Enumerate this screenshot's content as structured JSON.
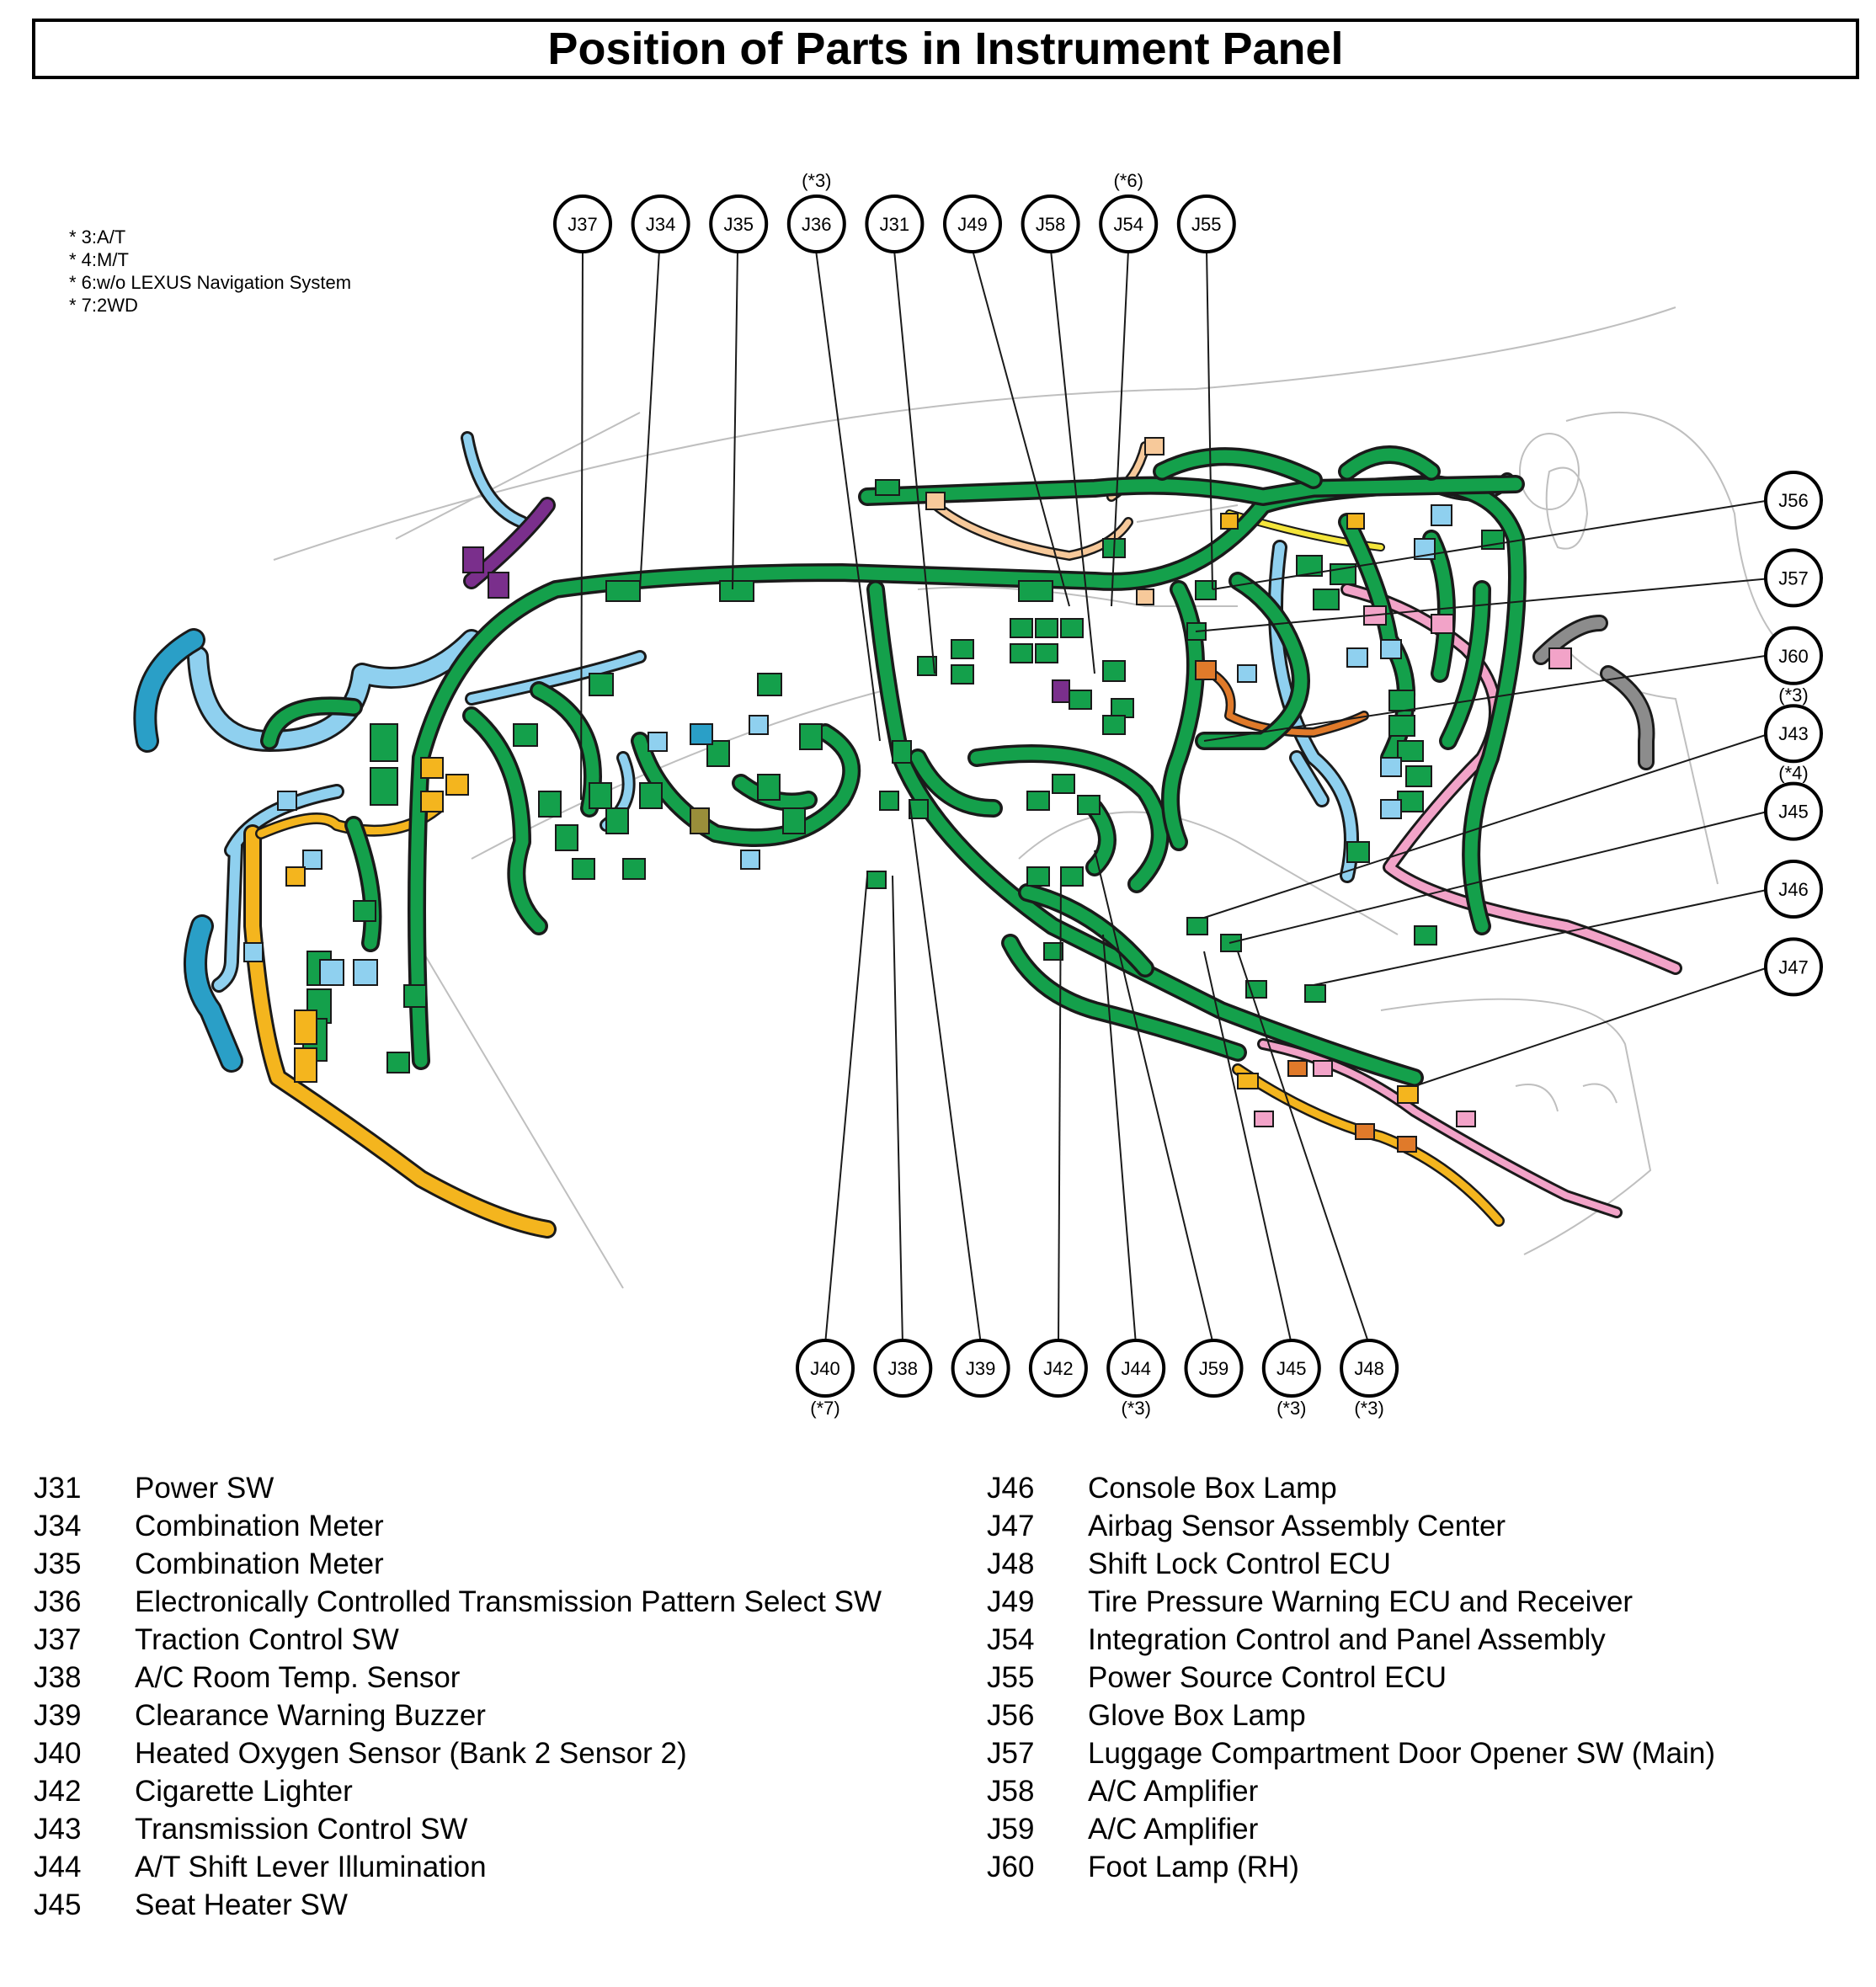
{
  "title": "Position of Parts in Instrument Panel",
  "notes": [
    "* 3:A/T",
    "* 4:M/T",
    "* 6:w/o LEXUS Navigation System",
    "* 7:2WD"
  ],
  "top_callouts": [
    {
      "code": "J37",
      "note": ""
    },
    {
      "code": "J34",
      "note": ""
    },
    {
      "code": "J35",
      "note": ""
    },
    {
      "code": "J36",
      "note": "(*3)"
    },
    {
      "code": "J31",
      "note": ""
    },
    {
      "code": "J49",
      "note": ""
    },
    {
      "code": "J58",
      "note": ""
    },
    {
      "code": "J54",
      "note": "(*6)"
    },
    {
      "code": "J55",
      "note": ""
    }
  ],
  "right_callouts": [
    {
      "code": "J56",
      "note": ""
    },
    {
      "code": "J57",
      "note": ""
    },
    {
      "code": "J60",
      "note": ""
    },
    {
      "code": "J43",
      "note": "(*3)"
    },
    {
      "code": "J45",
      "note": "(*4)"
    },
    {
      "code": "J46",
      "note": ""
    },
    {
      "code": "J47",
      "note": ""
    }
  ],
  "bottom_callouts": [
    {
      "code": "J40",
      "note": "(*7)"
    },
    {
      "code": "J38",
      "note": ""
    },
    {
      "code": "J39",
      "note": ""
    },
    {
      "code": "J42",
      "note": ""
    },
    {
      "code": "J44",
      "note": "(*3)"
    },
    {
      "code": "J59",
      "note": ""
    },
    {
      "code": "J45",
      "note": "(*3)"
    },
    {
      "code": "J48",
      "note": "(*3)"
    }
  ],
  "legend_left": [
    {
      "code": "J31",
      "desc": "Power SW"
    },
    {
      "code": "J34",
      "desc": "Combination Meter"
    },
    {
      "code": "J35",
      "desc": "Combination Meter"
    },
    {
      "code": "J36",
      "desc": "Electronically Controlled Transmission Pattern Select SW"
    },
    {
      "code": "J37",
      "desc": "Traction Control SW"
    },
    {
      "code": "J38",
      "desc": "A/C Room Temp. Sensor"
    },
    {
      "code": "J39",
      "desc": "Clearance Warning Buzzer"
    },
    {
      "code": "J40",
      "desc": "Heated Oxygen Sensor (Bank 2 Sensor 2)"
    },
    {
      "code": "J42",
      "desc": "Cigarette Lighter"
    },
    {
      "code": "J43",
      "desc": "Transmission Control SW"
    },
    {
      "code": "J44",
      "desc": "A/T Shift Lever Illumination"
    },
    {
      "code": "J45",
      "desc": "Seat Heater SW"
    }
  ],
  "legend_right": [
    {
      "code": "J46",
      "desc": "Console Box Lamp"
    },
    {
      "code": "J47",
      "desc": "Airbag Sensor Assembly Center"
    },
    {
      "code": "J48",
      "desc": "Shift Lock Control ECU"
    },
    {
      "code": "J49",
      "desc": "Tire Pressure Warning ECU and Receiver"
    },
    {
      "code": "J54",
      "desc": "Integration Control and Panel Assembly"
    },
    {
      "code": "J55",
      "desc": "Power Source Control ECU"
    },
    {
      "code": "J56",
      "desc": "Glove Box Lamp"
    },
    {
      "code": "J57",
      "desc": "Luggage Compartment Door Opener SW (Main)"
    },
    {
      "code": "J58",
      "desc": "A/C Amplifier"
    },
    {
      "code": "J59",
      "desc": "A/C Amplifier"
    },
    {
      "code": "J60",
      "desc": "Foot Lamp (RH)"
    }
  ],
  "colors": {
    "harness_main": "#14a04b",
    "harness_outline": "#1a1a1a",
    "harness_blue": "#8fd0ef",
    "harness_yellow": "#f4b51e",
    "harness_pink": "#f2a3c8",
    "harness_gray": "#8c8c8c",
    "harness_purple": "#7a2f8c",
    "harness_orange": "#e07a2a",
    "harness_teal": "#2a9fc7",
    "body_outline": "#bfbfbf"
  }
}
